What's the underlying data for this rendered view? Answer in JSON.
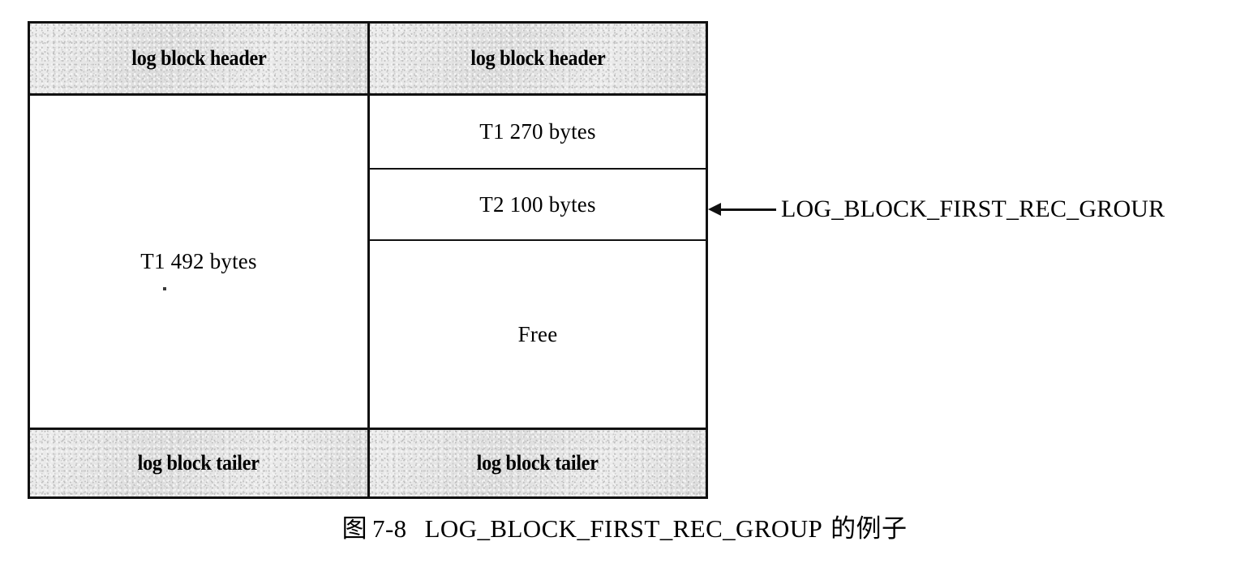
{
  "figure": {
    "caption": {
      "figure_word": "图",
      "number": "7-8",
      "name": "LOG_BLOCK_FIRST_REC_GROUP",
      "suffix": "的例子",
      "full": "图 7-8　LOG_BLOCK_FIRST_REC_GROUP 的例子"
    },
    "colors": {
      "band_fill": "#e4e4e4",
      "line": "#111111",
      "cell_fill": "#ffffff",
      "text": "#000000"
    },
    "table": {
      "columns": [
        {
          "id": "left-block",
          "header": "log block header",
          "tailer": "log block tailer",
          "body": [
            {
              "id": "t1-492",
              "label": "T1 492 bytes"
            }
          ]
        },
        {
          "id": "right-block",
          "header": "log block header",
          "tailer": "log block tailer",
          "body": [
            {
              "id": "t1-270",
              "label": "T1 270 bytes"
            },
            {
              "id": "t2-100",
              "label": "T2 100 bytes"
            },
            {
              "id": "free",
              "label": "Free"
            }
          ]
        }
      ]
    },
    "callout": {
      "label": "LOG_BLOCK_FIRST_REC_GROUR",
      "arrow_direction": "left",
      "points_at": "t2-100"
    }
  }
}
